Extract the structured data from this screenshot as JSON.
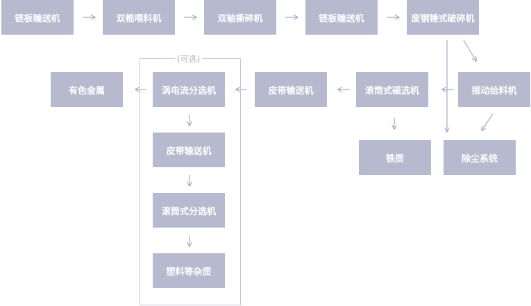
{
  "nodes": {
    "chain_conveyor_1": "链板输送机",
    "double_roller_feeder": "双棍喂料机",
    "dual_shaft_shredder": "双轴撕碎机",
    "chain_conveyor_2": "链板输送机",
    "scrap_hammer_crusher": "废钢锤式破碎机",
    "vibrating_feeder": "振动给料机",
    "drum_magnetic_separator": "滚筒式磁选机",
    "belt_conveyor_1": "皮带输送机",
    "eddy_current_separator": "涡电流分选机",
    "nonferrous_metal": "有色金属",
    "belt_conveyor_2": "皮带输送机",
    "drum_separator": "滚筒式分选机",
    "plastic_impurities": "塑料等杂质",
    "iron": "铁质",
    "dust_removal_system": "除尘系统"
  },
  "optional_group": {
    "label": "(可选)"
  }
}
